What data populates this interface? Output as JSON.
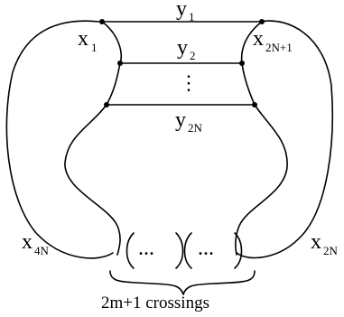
{
  "labels": {
    "y1_main": "y",
    "y1_sub": "1",
    "y2_main": "y",
    "y2_sub": "2",
    "y2n_main": "y",
    "y2n_sub": "2N",
    "x1_main": "x",
    "x1_sub": "1",
    "x2n1_main": "x",
    "x2n1_sub": "2N+1",
    "x4n_main": "x",
    "x4n_sub": "4N",
    "x2n_main": "x",
    "x2n_sub": "2N",
    "vdots": "⋮",
    "crossing_dots_left": "...",
    "crossing_dots_right": "...",
    "crossings_caption": "2m+1 crossings"
  },
  "colors": {
    "stroke": "#000000",
    "background": "#ffffff"
  }
}
